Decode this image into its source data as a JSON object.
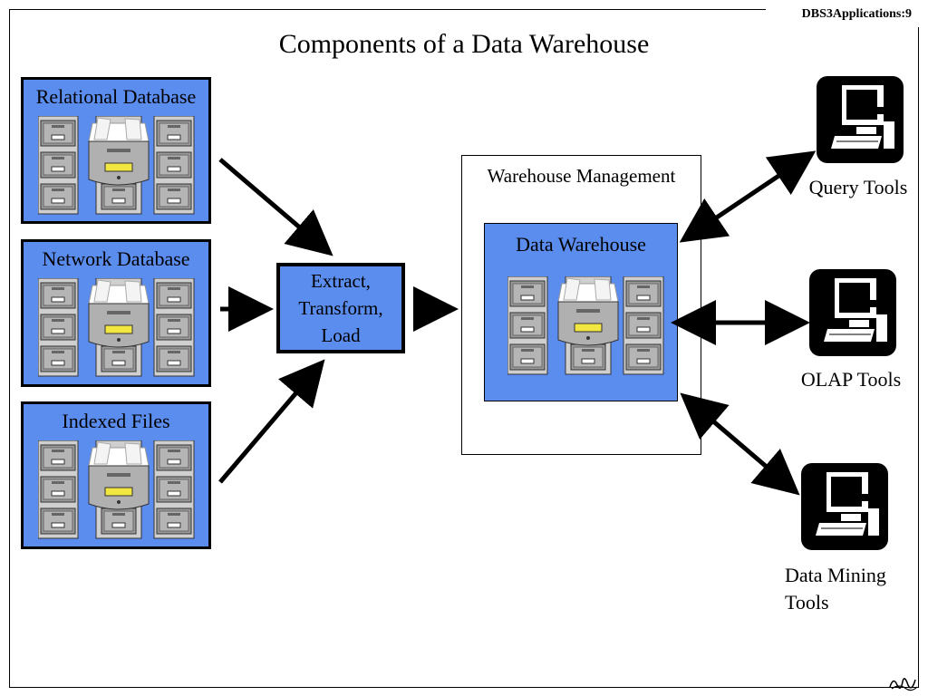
{
  "header": {
    "slide_id": "DBS3Applications:9"
  },
  "title": "Components of a Data Warehouse",
  "sources": [
    {
      "label": "Relational Database"
    },
    {
      "label": "Network Database"
    },
    {
      "label": "Indexed Files"
    }
  ],
  "etl": {
    "line1": "Extract,",
    "line2": "Transform,",
    "line3": "Load"
  },
  "warehouse": {
    "management_label": "Warehouse Management",
    "label": "Data Warehouse"
  },
  "tools": [
    {
      "label": "Query Tools",
      "icon": "computer-icon"
    },
    {
      "label": "OLAP Tools",
      "icon": "computer-icon"
    },
    {
      "label_line1": "Data Mining",
      "label_line2": "Tools",
      "icon": "computer-icon"
    }
  ],
  "colors": {
    "box_fill": "#5b8def",
    "line": "#000000"
  }
}
